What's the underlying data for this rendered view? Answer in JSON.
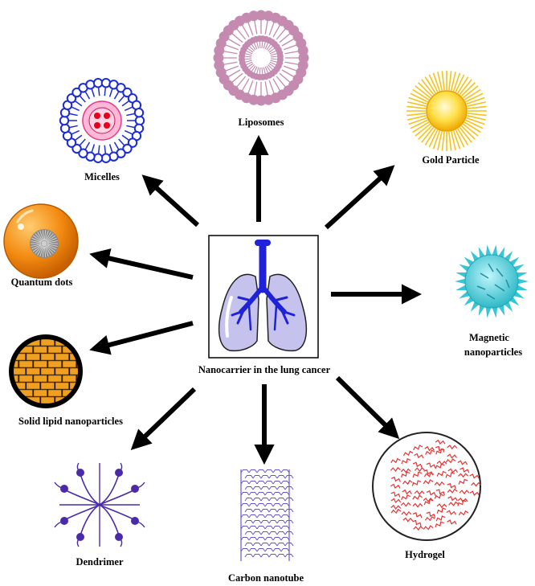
{
  "center": {
    "label": "Nanocarrier in the lung cancer"
  },
  "carriers": {
    "liposomes": "Liposomes",
    "gold": "Gold Particle",
    "magnetic_line1": "Magnetic",
    "magnetic_line2": "nanoparticles",
    "hydrogel": "Hydrogel",
    "carbon_nanotube": "Carbon nanotube",
    "dendrimer": "Dendrimer",
    "solid_lipid": "Solid lipid nanoparticles",
    "quantum_dots": "Quantum dots",
    "micelles": "Micelles"
  },
  "colors": {
    "arrow": "#000000",
    "liposome": "#c48ab0",
    "micelle_outer": "#1c2bd6",
    "micelle_core": "#e8398a",
    "gold": "#f5c21b",
    "quantum_dot": "#f38b12",
    "solid_lipid": "#f0a020",
    "dendrimer": "#4a2aa8",
    "nanotube": "#6a55c8",
    "hydrogel": "#e63232",
    "magnetic": "#36c7d6",
    "lung": "#c5c3ee",
    "trachea": "#1f22d8"
  }
}
